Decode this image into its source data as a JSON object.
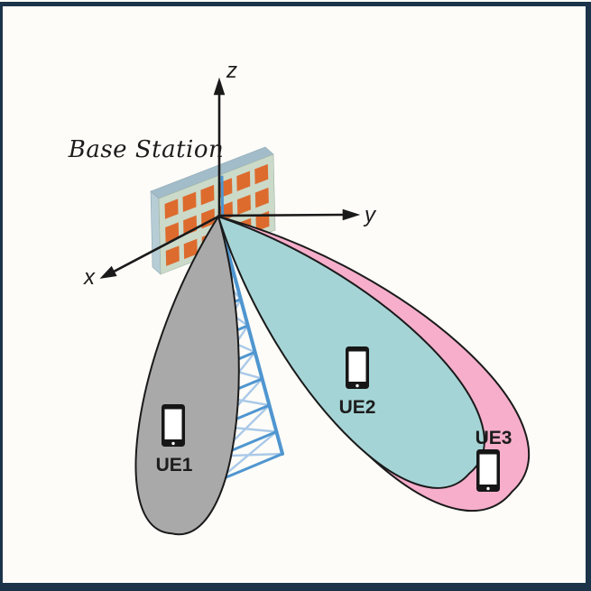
{
  "figure": {
    "title": "Base Station",
    "axes": {
      "x": "x",
      "y": "y",
      "z": "z"
    },
    "devices": [
      {
        "label": "UE1",
        "beam": "gray"
      },
      {
        "label": "UE2",
        "beam": "teal"
      },
      {
        "label": "UE3",
        "beam": "pink"
      }
    ],
    "icons": [
      "antenna-panel-icon",
      "lattice-tower-icon",
      "smartphone-icon",
      "axis-arrow-icon"
    ],
    "colors": {
      "frame": "#1b3449",
      "background": "#fdfcf8",
      "outline": "#1a1a1a",
      "beam_gray": "#a9a9a9",
      "beam_teal": "#a5d4d6",
      "beam_pink": "#f6aecb",
      "panel_face": "#cbdac9",
      "panel_top": "#a2bcc9",
      "panel_side": "#b7cdd6",
      "antenna_element": "#dd6b2e",
      "tower": "#4f96d0",
      "tower_brace": "#aac9e8",
      "phone_body": "#161616",
      "phone_screen": "#ffffff"
    }
  }
}
